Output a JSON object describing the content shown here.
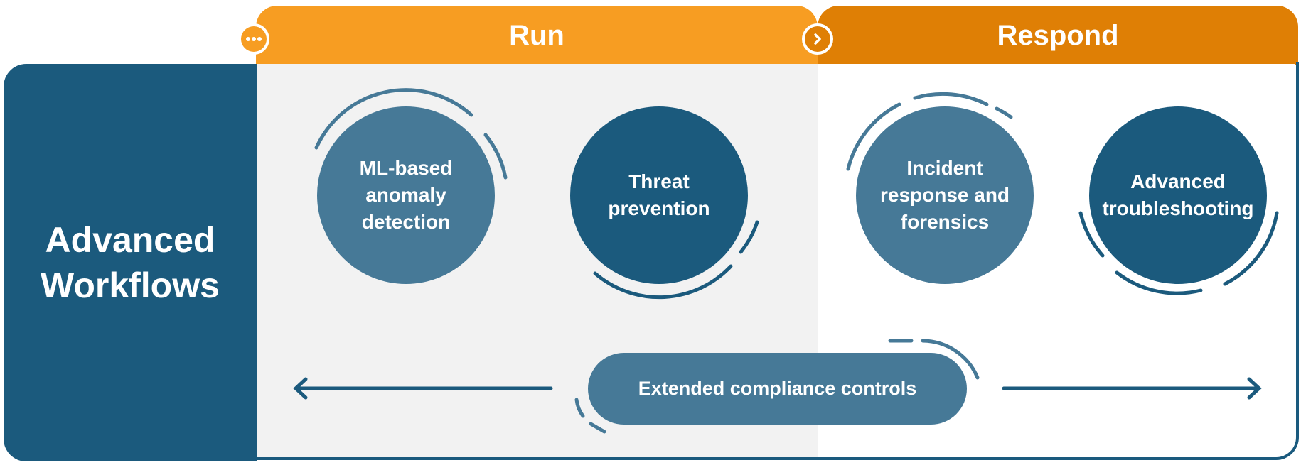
{
  "colors": {
    "run_orange": "#f79d22",
    "respond_orange": "#df7f05",
    "navy": "#1b5a7d",
    "steel": "#467997",
    "run_panel": "#f2f2f2",
    "white": "#ffffff"
  },
  "tabs": {
    "run": "Run",
    "respond": "Respond"
  },
  "sidebar": {
    "title_line1": "Advanced",
    "title_line2": "Workflows"
  },
  "run_items": [
    {
      "line1": "ML-based",
      "line2": "anomaly",
      "line3": "detection"
    },
    {
      "line1": "Threat",
      "line2": "prevention"
    }
  ],
  "respond_items": [
    {
      "line1": "Incident",
      "line2": "response and",
      "line3": "forensics"
    },
    {
      "line1": "Advanced",
      "line2": "troubleshooting"
    }
  ],
  "bottom": {
    "label": "Extended compliance controls"
  },
  "icons": {
    "run_badge": "ellipsis-icon",
    "respond_badge": "chevron-right-icon",
    "left_arrow": "arrow-left-icon",
    "right_arrow": "arrow-right-icon"
  }
}
